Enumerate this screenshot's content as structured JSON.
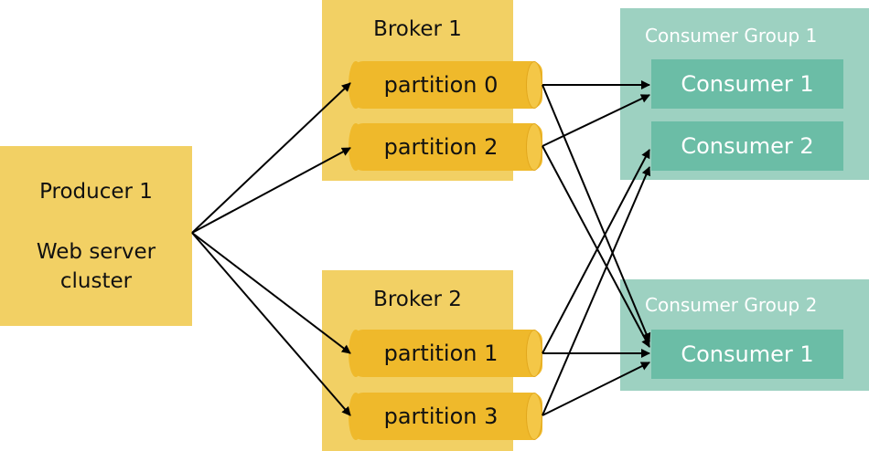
{
  "producer": {
    "title": "Producer 1",
    "desc_line1": "Web server",
    "desc_line2": "cluster"
  },
  "brokers": [
    {
      "label": "Broker 1",
      "partitions": [
        "partition 0",
        "partition 2"
      ]
    },
    {
      "label": "Broker 2",
      "partitions": [
        "partition 1",
        "partition 3"
      ]
    }
  ],
  "consumer_groups": [
    {
      "label": "Consumer Group 1",
      "consumers": [
        "Consumer 1",
        "Consumer 2"
      ]
    },
    {
      "label": "Consumer Group 2",
      "consumers": [
        "Consumer 1"
      ]
    }
  ],
  "colors": {
    "producer_broker": "#f2d064",
    "partition": "#efb92b",
    "group": "#9dd1c1",
    "consumer": "#6bbda6",
    "arrow": "#000000"
  }
}
